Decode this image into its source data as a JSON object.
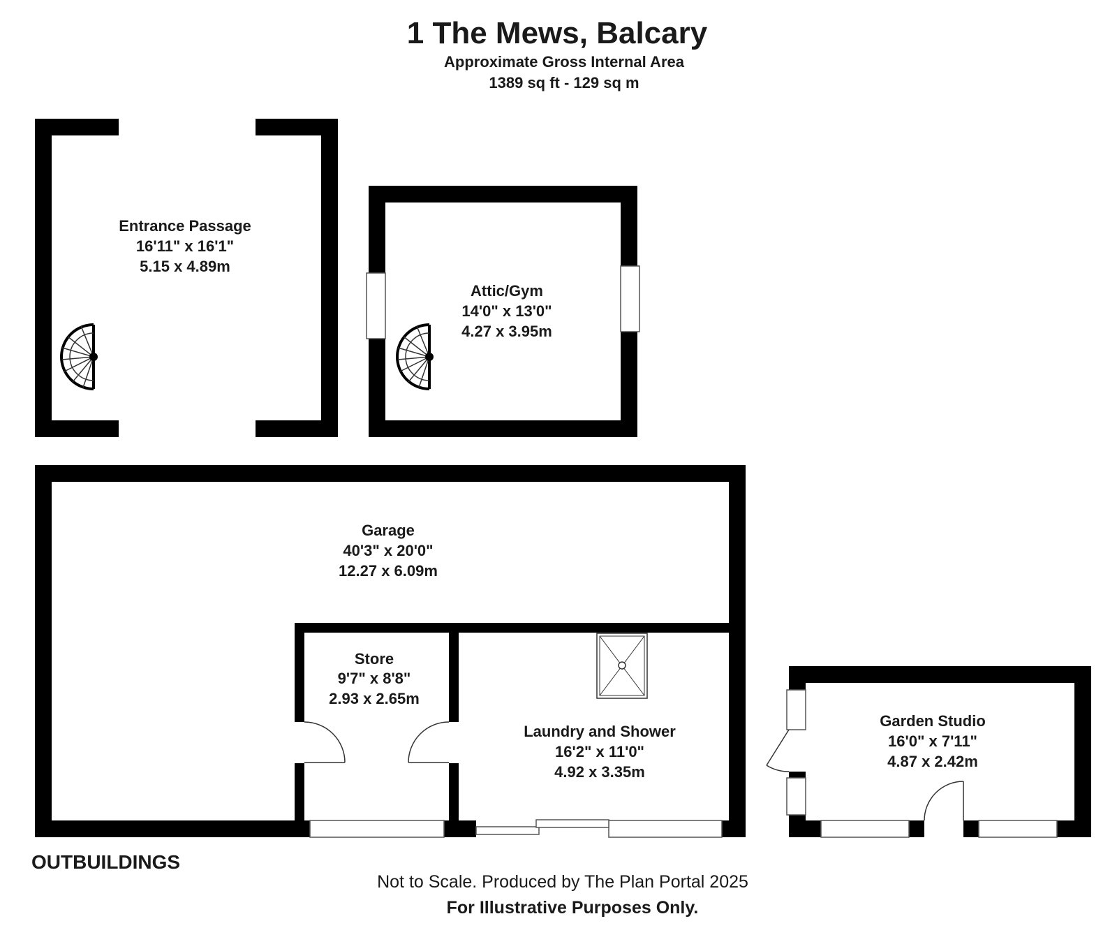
{
  "header": {
    "title": "1 The Mews, Balcary",
    "subtitle": "Approximate Gross Internal Area",
    "area": "1389 sq ft - 129 sq m"
  },
  "rooms": [
    {
      "name": "Entrance Passage",
      "imperial": "16'11\" x 16'1\"",
      "metric": "5.15 x 4.89m"
    },
    {
      "name": "Attic/Gym",
      "imperial": "14'0\" x 13'0\"",
      "metric": "4.27 x 3.95m"
    },
    {
      "name": "Garage",
      "imperial": "40'3\" x 20'0\"",
      "metric": "12.27 x 6.09m"
    },
    {
      "name": "Store",
      "imperial": "9'7\" x 8'8\"",
      "metric": "2.93 x 2.65m"
    },
    {
      "name": "Laundry and Shower",
      "imperial": "16'2\" x 11'0\"",
      "metric": "4.92 x 3.35m"
    },
    {
      "name": "Garden Studio",
      "imperial": "16'0\" x 7'11\"",
      "metric": "4.87 x 2.42m"
    }
  ],
  "section_label": "OUTBUILDINGS",
  "footer": {
    "line1": "Not to Scale. Produced by The Plan Portal 2025",
    "line2": "For Illustrative Purposes Only."
  },
  "colors": {
    "wall": "#000000",
    "background": "#ffffff",
    "text": "#1a1a1a"
  }
}
